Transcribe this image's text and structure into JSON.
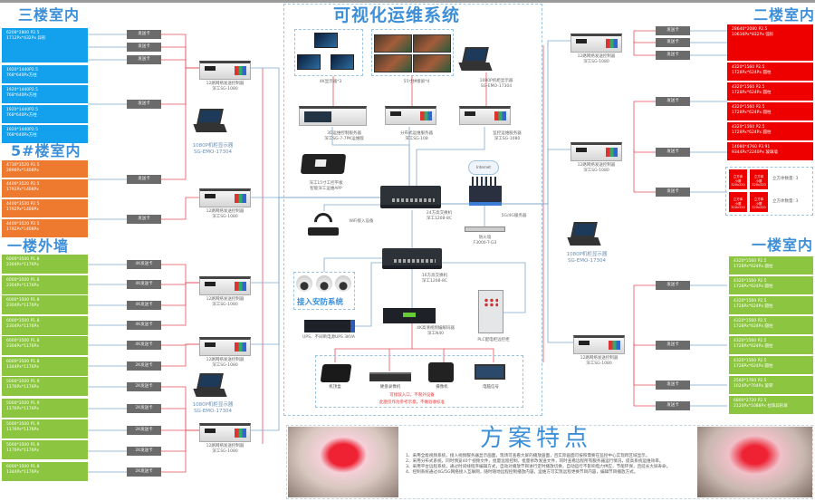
{
  "sections": {
    "floor3": "三楼室内",
    "building5": "5#楼室内",
    "floor1_wall": "一楼外墙",
    "floor2": "二楼室内",
    "floor1": "一楼室内",
    "center": "可视化运维系统",
    "features": "方案特点",
    "security": "接入安防系统"
  },
  "screens": {
    "floor3": [
      "6208*2800 P2.5\n1712Px*432Px 异形",
      "1920*1440P2.5\n768*640Px方柱",
      "1920*1440P2.5\n768*640Px方柱",
      "1920*1440P2.5\n768*640Px方柱",
      "1920*1440P2.5\n768*640Px方柱"
    ],
    "building5": [
      "4730*3520 P2.5\n2896Px*1408Px",
      "4400*3520 P2.5\n1792Px*1408Px",
      "4400*3520 P2.5\n1792Px*1408Px",
      "4400*3520 P2.5\n1792Px*1408Px"
    ],
    "floor1_wall": [
      "6000*3500 P1.8\n2304Px*1176Px",
      "6000*3500 P1.8\n2304Px*1176Px",
      "6000*3500 P1.8\n2304Px*1176Px",
      "6000*3500 P1.8\n2304Px*1176Px",
      "6000*3500 P1.8\n2304Px*1176Px",
      "6000*3500 P1.8\n1344Px*1176Px",
      "5000*3500 P1.9\n1176Px*1176Px",
      "5000*3500 P1.9\n1176Px*1176Px",
      "5000*3500 P1.9\n1176Px*1176Px",
      "5000*3500 P1.9\n1176Px*1176Px",
      "6000*3500 P1.8\n1344Px*1176Px"
    ],
    "floor2": [
      "28640*2080 P2.5\n10616Px*832Px 弧形",
      "4320*1560 P2.5\n1728Px*624Px 圆柱",
      "4320*1560 P2.5\n1728Px*624Px 圆柱",
      "4320*1560 P2.5\n1728Px*624Px 圆柱",
      "4320*1560 P2.5\n1728Px*624Px 圆柱",
      "14080*4760 P3.91\n9344Px*2240Px 玻璃墙"
    ],
    "floor1": [
      "4320*1560 P2.5\n1728Px*624Px 圆柱",
      "4320*1560 P2.5\n1728Px*624Px 圆柱",
      "4320*1560 P2.5\n1728Px*624Px 圆柱",
      "4320*1560 P2.5\n1728Px*624Px 圆柱",
      "4320*1560 P2.5\n1728Px*624Px 圆柱",
      "4320*1560 P2.5\n1728Px*624Px 圆柱",
      "2560*1760 P2.5\n1024Px*704Px 旋转",
      "6800*2720 P2.5\n2120Px*1088Px 拉珠异形屏"
    ]
  },
  "cube": {
    "cell": "立方体\n小屏\n320x320",
    "count_label": "立方体数量: 3"
  },
  "cards": {
    "send": "发送卡",
    "send4k": "4K发送卡",
    "send2k": "2K发送卡"
  },
  "devices": {
    "sender_server": "12路网络发送控制器\n深工SG-1080",
    "kvm": "1080P机柜显示器\nSG-EMO-17304",
    "monitors": "4K显示器*3",
    "video_wall": "55寸拼接屏*4",
    "center_server1": "3D运维控制服务器\n深工SG-7-7PK运维版",
    "center_server2": "分布式运维服务器\n深工SG-108",
    "center_server3": "监控运维服务器\n深工SG-1080",
    "tablet": "深工15寸工控平板\n智能深工运维APP",
    "switch24": "24方高交换机\n深工1208-8C",
    "cloud": "Internet",
    "router5g": "5G/4G服务器",
    "firewall": "防火墙\nF3000-T-G3",
    "wifi": "WiFi接入设备",
    "switch16": "16方高交换机\n深工1208-8C",
    "ups": "UPS、不间断电源UPS 3KVA",
    "decoder": "4K高清视频编解码器\n深工N40",
    "power": "PLC配电柜远控柜"
  },
  "sources": {
    "items": [
      "机顶盒",
      "硬盘录像机",
      "摄像机",
      "电脑信号"
    ],
    "note1": "可接驳入口，不限外设备",
    "note2": "此图仅作为参考示意，不做验收标准"
  },
  "feature_text": [
    "1、采用全能视频系统，接入视频服务器显示画面，现场可查看大屏的播放画面，且实际画面可按照需要在监控中心实现跨区域显示。",
    "2、采用分布式系统，同时预览40个视频文件，批量远程控制，批量修改发送文件，同时查看远程所有服务器运行情况，提高系统运维效率。",
    "3、采用平台远程系统，通过时间线程序编辑方式，自动对播放节目进行定时播放切换，自动运行不影响电力供应，节能环保，且延长大屏寿命。",
    "4、控制系统通过4G/5G网络接入互联网，随时随地远程控制播放内容，运维方可实现远程更换节目内容，编辑节目播放方式。"
  ],
  "colors": {
    "title_blue": "#3d8fd8",
    "line_blue": "#7fa9cc",
    "line_red": "#e8505b"
  }
}
